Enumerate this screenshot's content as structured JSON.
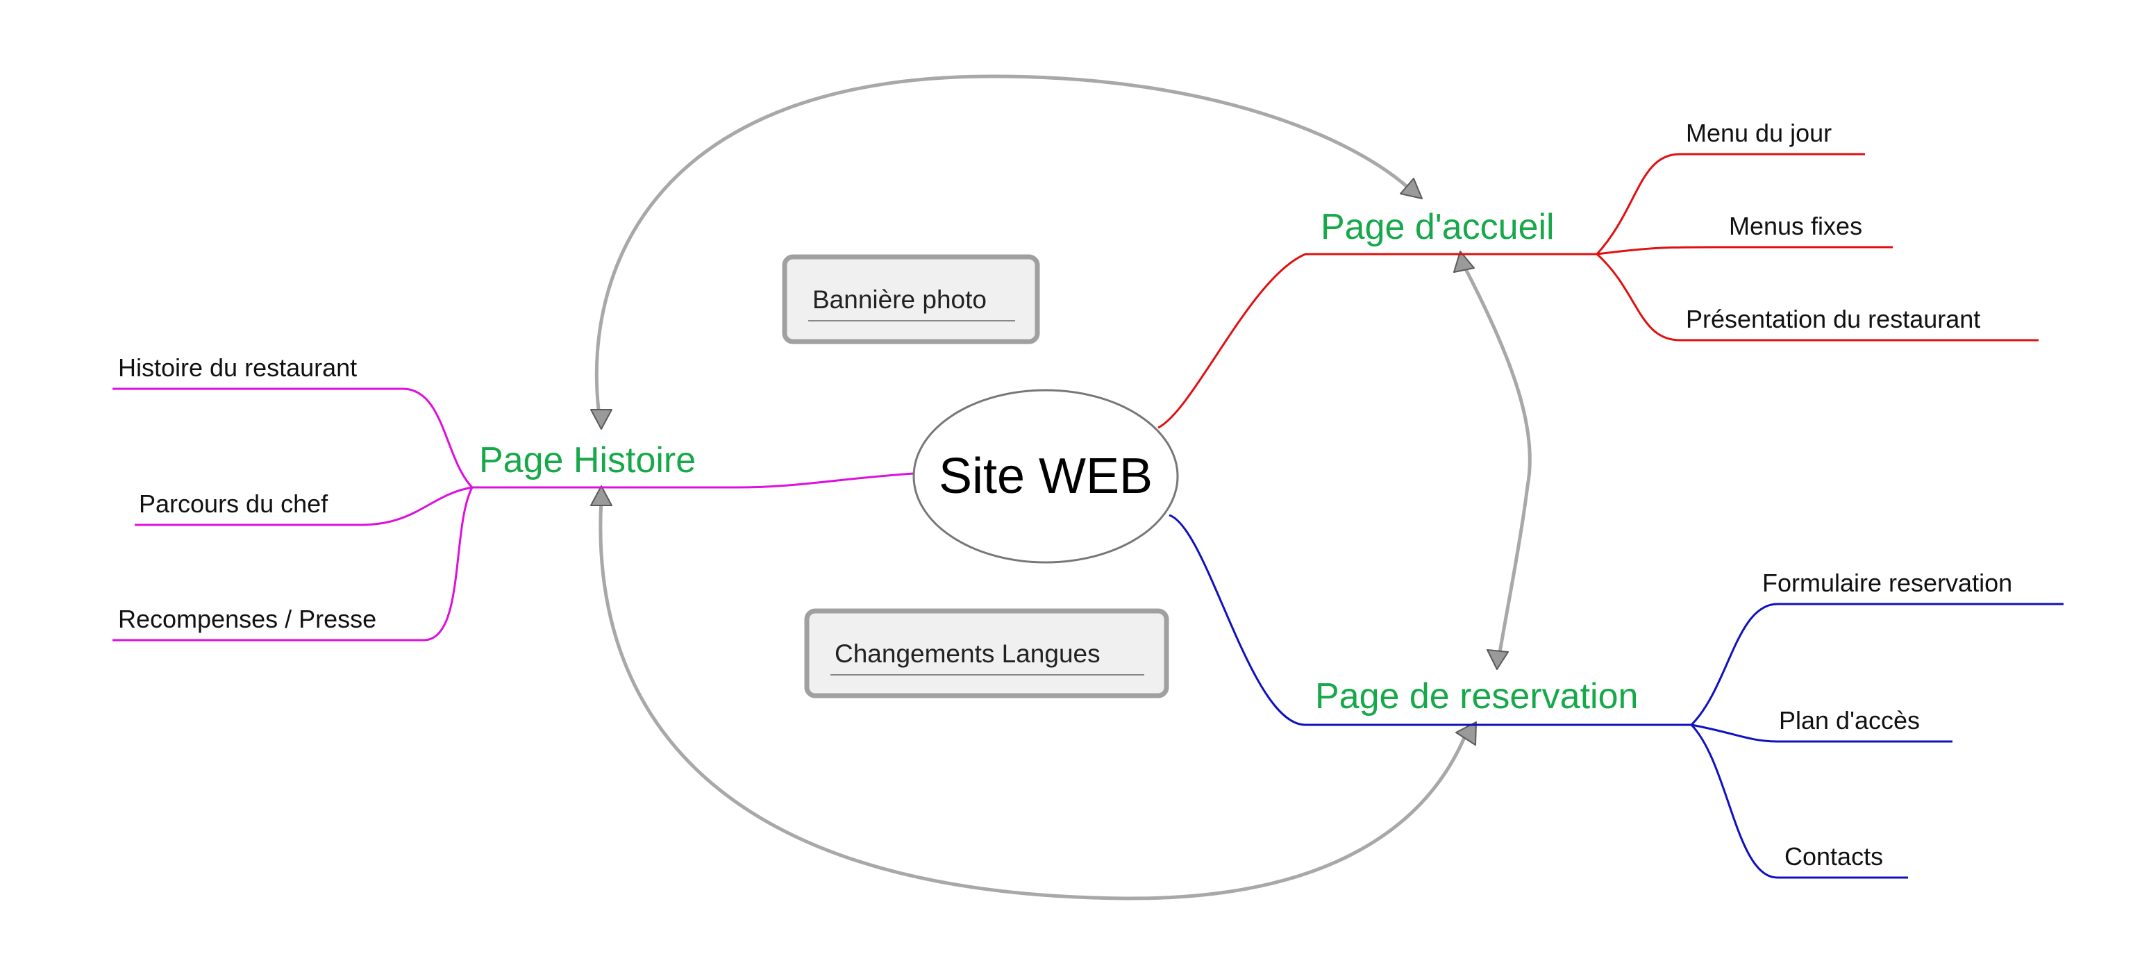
{
  "center": {
    "label": "Site WEB"
  },
  "topics": {
    "accueil": {
      "label": "Page d'accueil",
      "color": "#e01010",
      "children": [
        "Menu du jour",
        "Menus fixes",
        "Présentation du restaurant"
      ]
    },
    "histoire": {
      "label": "Page Histoire",
      "color": "#dd10dd",
      "children": [
        "Histoire du restaurant",
        "Parcours du chef",
        "Recompenses / Presse"
      ]
    },
    "reservation": {
      "label": "Page de reservation",
      "color": "#1010c0",
      "children": [
        "Formulaire reservation",
        "Plan d'accès",
        "Contacts"
      ]
    }
  },
  "floating": {
    "banniere": {
      "label": "Bannière photo"
    },
    "langues": {
      "label": "Changements Langues"
    }
  },
  "colors": {
    "topic_text": "#17a84a",
    "relationship": "#a8a8a8",
    "box_fill": "#f0f0f0",
    "box_border": "#a0a0a0"
  }
}
